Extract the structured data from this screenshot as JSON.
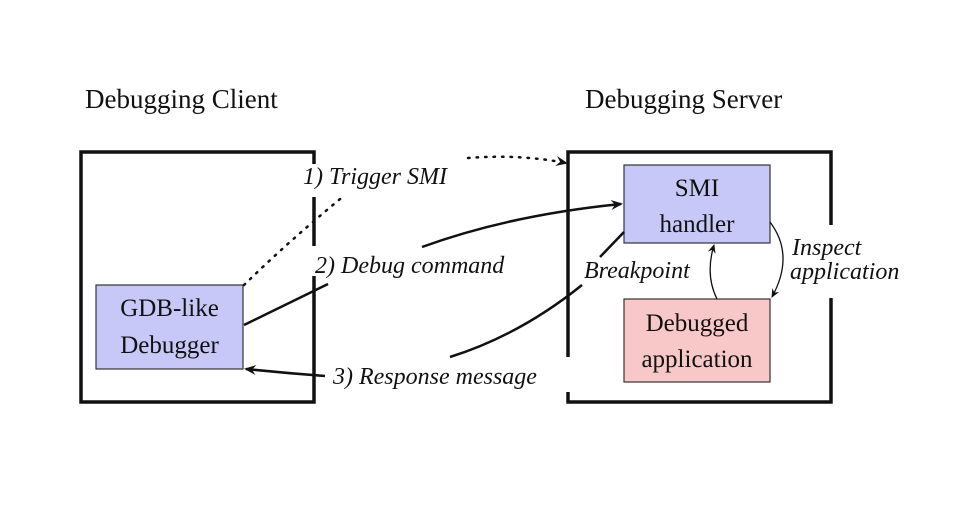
{
  "titles": {
    "client": "Debugging Client",
    "server": "Debugging Server"
  },
  "nodes": {
    "gdb": {
      "line1": "GDB-like",
      "line2": "Debugger",
      "fill": "#c8c8f8"
    },
    "smi": {
      "line1": "SMI",
      "line2": "handler",
      "fill": "#c8c8f8"
    },
    "app": {
      "line1": "Debugged",
      "line2": "application",
      "fill": "#f8c8c8"
    }
  },
  "edges": {
    "trigger": "1) Trigger SMI",
    "debug": "2) Debug command",
    "response": "3) Response message",
    "breakpoint": "Breakpoint",
    "inspect_line1": "Inspect",
    "inspect_line2": "application"
  }
}
